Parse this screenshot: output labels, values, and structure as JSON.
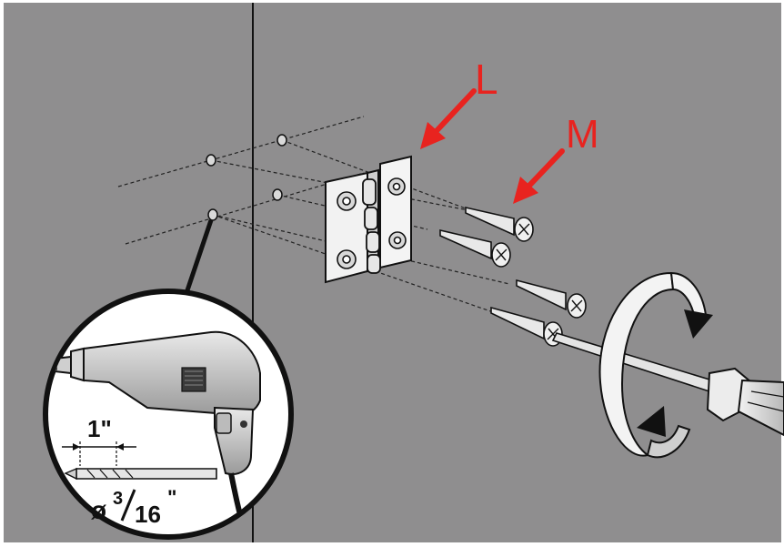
{
  "labels": {
    "hinge_callout": "L",
    "screw_callout": "M",
    "drill_depth": "1\"",
    "drill_diameter_prefix": "ø",
    "drill_diameter_num": "3",
    "drill_diameter_den": "16",
    "drill_diameter_suffix": "\""
  },
  "colors": {
    "background": "#8f8e8f",
    "frame": "#ffffff",
    "callout_red": "#e8231f",
    "outline": "#111111",
    "hinge": "#f2f2f2"
  }
}
